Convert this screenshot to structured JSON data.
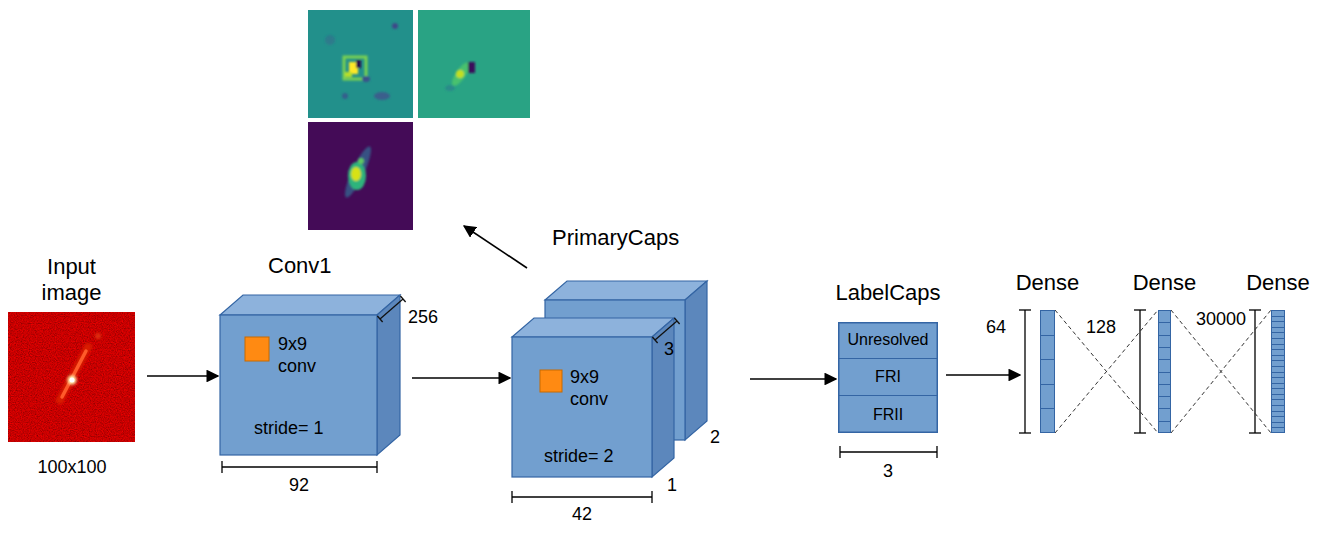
{
  "diagram": {
    "nodes": [
      {
        "text": [
          "Input image"
        ]
      },
      {
        "text": [
          "Conv1",
          "9x9 conv",
          "stride= 1"
        ]
      },
      {
        "text": [
          "PrimaryCaps",
          "9x9 conv",
          "stride= 2"
        ]
      },
      {
        "text": [
          "LabelCaps"
        ]
      },
      {
        "text": [
          "Unresolved"
        ],
        "in": 3
      },
      {
        "text": [
          "FRI"
        ],
        "in": 3
      },
      {
        "text": [
          "FRII"
        ],
        "in": 3
      },
      {
        "text": [
          "Dense"
        ]
      },
      {
        "text": [
          "Dense"
        ]
      },
      {
        "text": [
          "Dense"
        ]
      }
    ],
    "edges": [
      {
        "from": 0,
        "to": 1,
        "arrow": "to"
      },
      {
        "from": 1,
        "to": 2,
        "arrow": "to"
      },
      {
        "from": 2,
        "to": 3,
        "arrow": "to"
      },
      {
        "from": 3,
        "to": 7,
        "arrow": "to"
      },
      {
        "from": 7,
        "to": 8,
        "arrow": "none"
      },
      {
        "from": 8,
        "to": 9,
        "arrow": "none"
      }
    ],
    "labels": [
      "100x100",
      "256",
      "92",
      "3",
      "2",
      "1",
      "42",
      "3",
      "64",
      "128",
      "30000"
    ]
  }
}
